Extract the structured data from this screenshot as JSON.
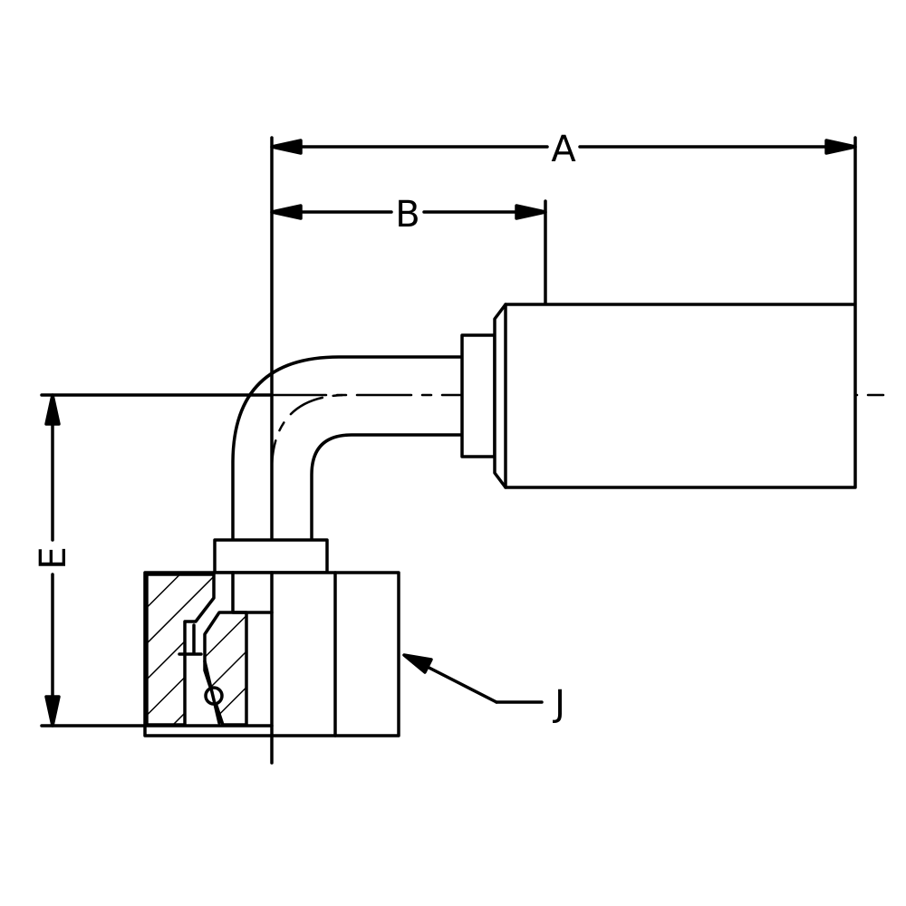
{
  "drawing": {
    "dimension_labels": {
      "a": "A",
      "b": "B",
      "e": "E",
      "j": "J"
    },
    "line_color": "#000000",
    "background": "#ffffff"
  }
}
